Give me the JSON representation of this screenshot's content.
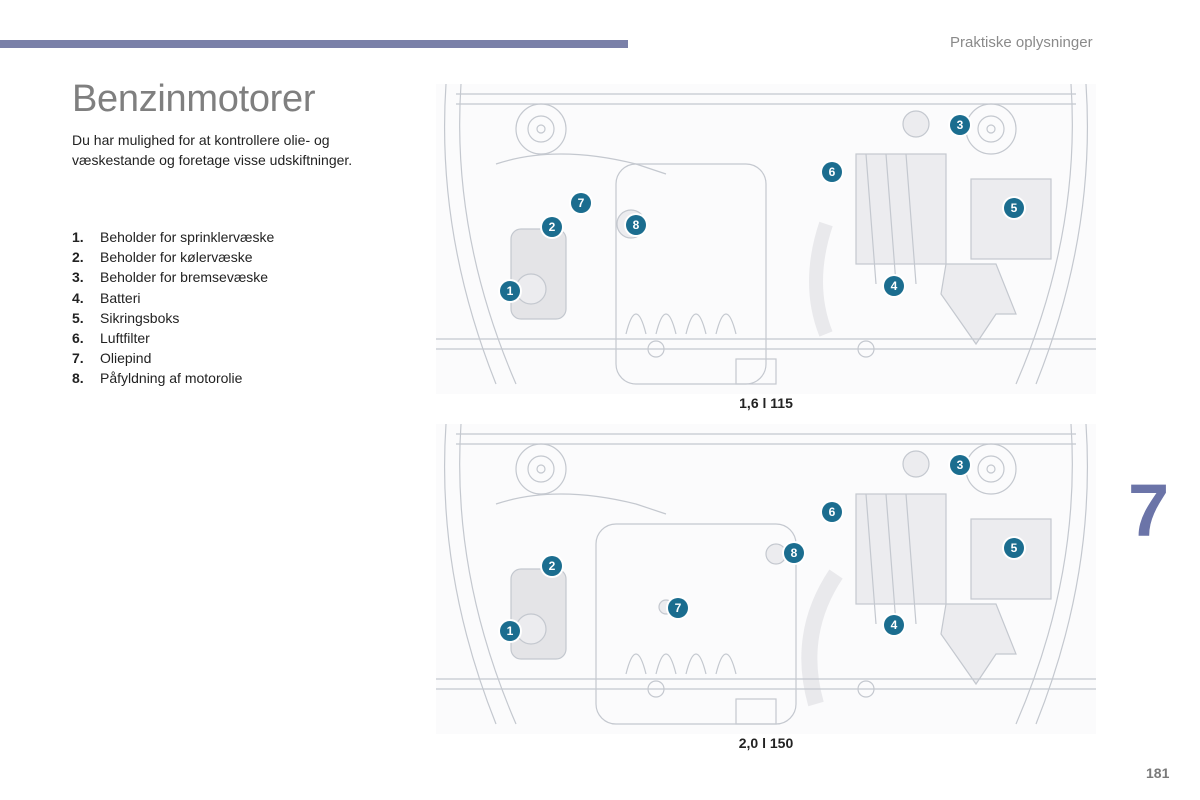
{
  "header": {
    "section_title": "Praktiske oplysninger",
    "accent_color": "#7a80a8"
  },
  "page": {
    "title": "Benzinmotorer",
    "intro": "Du har mulighed for at kontrollere olie- og væskestande og foretage visse udskiftninger.",
    "chapter_number": "7",
    "page_number": "181"
  },
  "legend": {
    "items": [
      {
        "num": "1.",
        "label": "Beholder for sprinklervæske"
      },
      {
        "num": "2.",
        "label": "Beholder for kølervæske"
      },
      {
        "num": "3.",
        "label": "Beholder for bremsevæske"
      },
      {
        "num": "4.",
        "label": "Batteri"
      },
      {
        "num": "5.",
        "label": "Sikringsboks"
      },
      {
        "num": "6.",
        "label": "Luftfilter"
      },
      {
        "num": "7.",
        "label": "Oliepind"
      },
      {
        "num": "8.",
        "label": "Påfyldning af motorolie"
      }
    ]
  },
  "diagrams": [
    {
      "caption": "1,6 l 115",
      "badge_color": "#1b6d8f",
      "badges": [
        "1",
        "2",
        "3",
        "4",
        "5",
        "6",
        "7",
        "8"
      ]
    },
    {
      "caption": "2,0 l 150",
      "badge_color": "#1b6d8f",
      "badges": [
        "1",
        "2",
        "3",
        "4",
        "5",
        "6",
        "7",
        "8"
      ]
    }
  ]
}
